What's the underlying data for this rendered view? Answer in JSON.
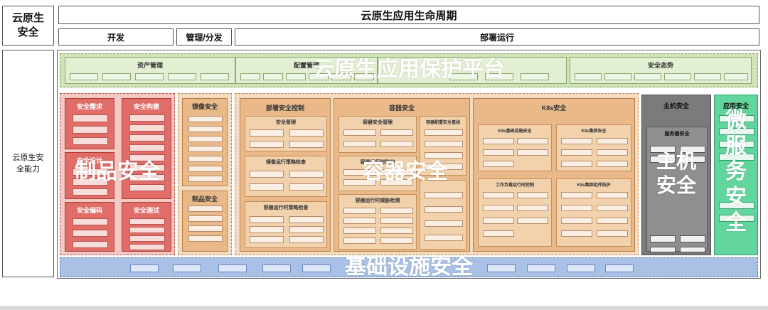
{
  "header": {
    "corner": "云原生安全",
    "lifecycle": "云原生应用生命周期",
    "phase_dev": "开发",
    "phase_mgmt": "管理/分发",
    "phase_run": "部署运行",
    "side_label": "云原生安全能力"
  },
  "platform": {
    "overlay": "云原生应用保护平台",
    "asset_title": "资产管理",
    "config_title": "配置管理",
    "posture_title": "安全态势"
  },
  "artifact": {
    "overlay": "制品安全",
    "req_title": "安全需求",
    "build_title": "安全构建",
    "design_title": "安全设计",
    "code_title": "安全编码",
    "test_title": "安全测试"
  },
  "image": {
    "title": "镜像安全",
    "artifact_title": "制品安全"
  },
  "container": {
    "overlay": "容器安全",
    "deploy_title": "部署安全控制",
    "sec_mgmt": "安全管理",
    "img_policy": "镜像运行策略检查",
    "runtime_policy": "容器运行时策略检查",
    "container_title": "容器安全",
    "c_sec_mgmt": "容器安全管理",
    "c_runtime_protect": "容器运行时防护",
    "c_threat": "容器运行时威胁检测",
    "c_baseline": "容器配置安全基线",
    "k8s_title": "K8s安全",
    "k8s_infra": "K8s基础设施安全",
    "k8s_cluster": "K8s集群安全",
    "workload": "工作负载运行时控制",
    "k8s_component": "K8s集群组件防护"
  },
  "host": {
    "title": "主机安全",
    "server": "服务器安全",
    "overlay_1": "主机",
    "overlay_2": "安全"
  },
  "micro": {
    "title": "应用安全",
    "overlay": [
      "微",
      "服",
      "务",
      "安",
      "全"
    ]
  },
  "infra": {
    "overlay": "基础设施安全"
  }
}
